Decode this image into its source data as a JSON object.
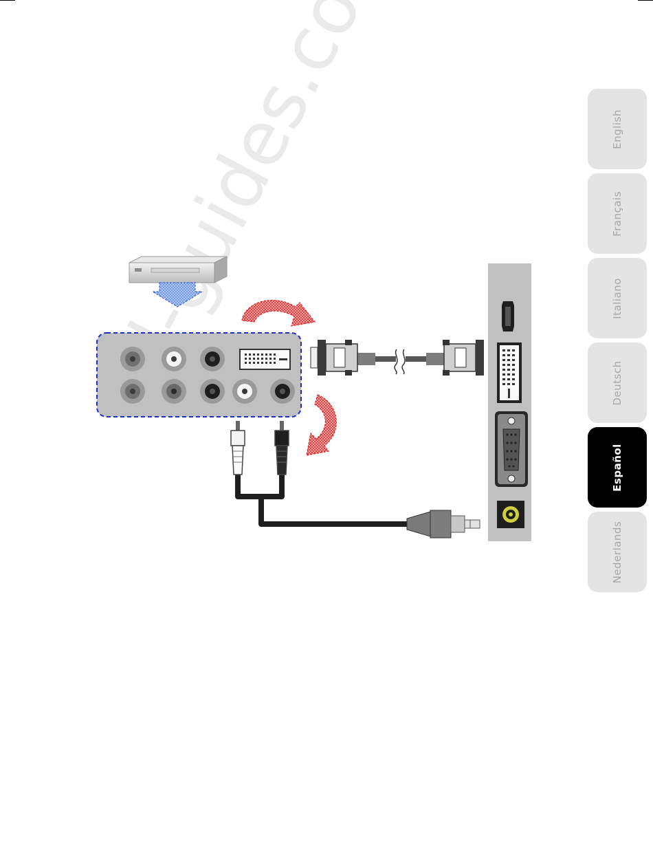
{
  "language_tabs": [
    {
      "label": "English",
      "active": false
    },
    {
      "label": "Français",
      "active": false
    },
    {
      "label": "Italiano",
      "active": false
    },
    {
      "label": "Deutsch",
      "active": false
    },
    {
      "label": "Español",
      "active": true
    },
    {
      "label": "Nederlands",
      "active": false
    }
  ],
  "watermark": "all-guides.com",
  "colors": {
    "active_tab": "#000000",
    "inactive_tab": "#e4e4e4",
    "highlight_box": "#1a2fc9",
    "arrow_red": "#e02020",
    "arrow_blue": "#5b8be8"
  }
}
